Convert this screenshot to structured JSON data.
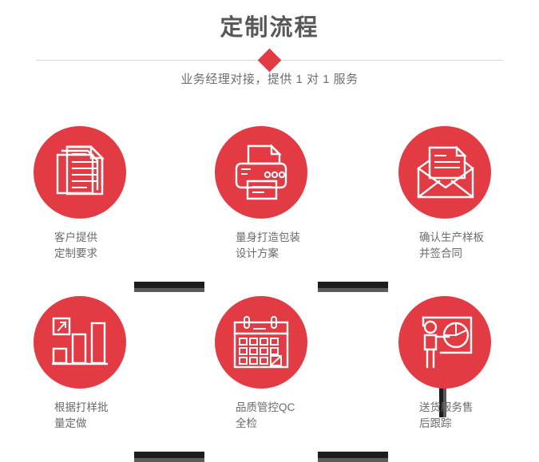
{
  "header": {
    "title": "定制流程",
    "subtitle": "业务经理对接，提供 1 对 1 服务",
    "divider_icon": "diamond-marker",
    "accent_color": "#e33b43",
    "title_color": "#585858",
    "text_color": "#6b6b6b"
  },
  "steps": [
    {
      "index": 1,
      "icon": "documents-stack-icon",
      "label": "客户提供\n定制要求"
    },
    {
      "index": 2,
      "icon": "printer-icon",
      "label": "量身打造包装\n设计方案"
    },
    {
      "index": 3,
      "icon": "envelope-document-icon",
      "label": "确认生产样板\n并签合同"
    },
    {
      "index": 4,
      "icon": "bar-chart-growth-icon",
      "label": "根据打样批\n量定做"
    },
    {
      "index": 5,
      "icon": "calendar-check-icon",
      "label": "品质管控QC\n全检"
    },
    {
      "index": 6,
      "icon": "presenter-pie-chart-icon",
      "label": "送货服务售\n后跟踪"
    }
  ],
  "connectors": {
    "horizontal_icon": "arrow-bar-horizontal",
    "vertical_icon": "arrow-bar-vertical",
    "bar_color": "#1d1d1d",
    "shadow_color": "#5b5b5b"
  }
}
